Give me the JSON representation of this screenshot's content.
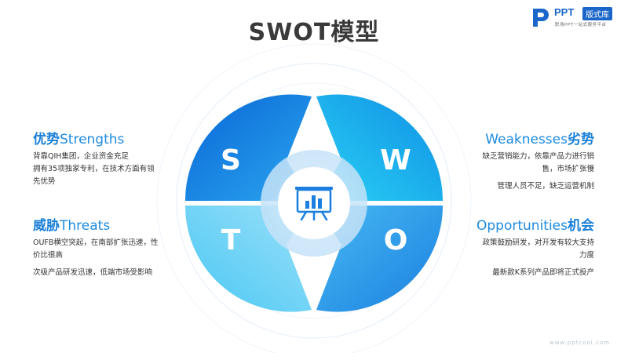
{
  "title": "SWOT模型",
  "logo": {
    "brand": "PPT",
    "badge": "版式库",
    "slogan": "职场PPT一站式服务平台"
  },
  "quadrants": {
    "s": {
      "letter": "S",
      "heading_cn": "优势",
      "heading_en": "Strengths",
      "items": [
        "背靠QIH集团，企业资金充足",
        "拥有35项独家专利，在技术方面有领先优势"
      ]
    },
    "w": {
      "letter": "W",
      "heading_en": "Weaknesses",
      "heading_cn": "劣势",
      "items": [
        "缺乏营销能力，依靠产品力进行销售，市场扩张慢",
        "管理人员不足，缺乏运营机制"
      ]
    },
    "t": {
      "letter": "T",
      "heading_cn": "威胁",
      "heading_en": "Threats",
      "items": [
        "OUFB横空突起，在南部扩张迅速，性价比很高",
        "次级产品研发迅速，低端市场受影响"
      ]
    },
    "o": {
      "letter": "O",
      "heading_en": "Opportunities",
      "heading_cn": "机会",
      "items": [
        "政策鼓励研发，对开发有较大支持力度",
        "最新款K系列产品即将正式投产"
      ]
    }
  },
  "center_icon": "presentation-board-icon",
  "footer": "www.pptcool.com",
  "colors": {
    "accent": "#1a7fd8",
    "s": "#1b7ee0",
    "w": "#13a9ec",
    "t": "#7fd4f5",
    "o": "#2a96ea"
  }
}
